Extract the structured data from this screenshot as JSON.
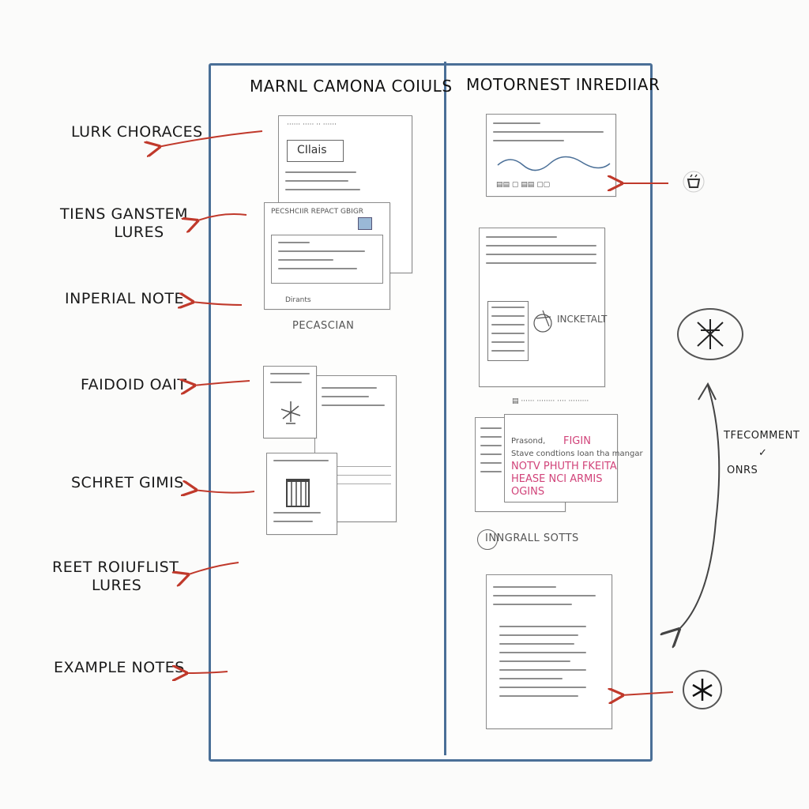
{
  "columns": {
    "left_title": "MARNL CAMONA COIULS",
    "right_title": "MOTORNEST INREDIIAR"
  },
  "left_labels": [
    {
      "lines": [
        "LURK CHORACES"
      ]
    },
    {
      "lines": [
        "TIENS GANSTEM",
        "LURES"
      ]
    },
    {
      "lines": [
        "INPERIAL NOTE"
      ]
    },
    {
      "lines": [
        "FAIDOID OAIT"
      ]
    },
    {
      "lines": [
        "SCHRET GIMIS"
      ]
    },
    {
      "lines": [
        "REET ROIUFLIST",
        "LURES"
      ]
    },
    {
      "lines": [
        "EXAMPLE NOTES"
      ]
    }
  ],
  "left_column": {
    "card1_heading": "CIlais",
    "card2_heading": "PECSHCIIR REPACT GBIGR",
    "card2_footer": "Dirants",
    "caption": "PECASCIAN"
  },
  "right_column": {
    "card_mid_label": "INCKETALT",
    "pink_note": {
      "line1": "FIGIN",
      "line2": "NOTV PHUTH  FKEITA",
      "line3": "HEASE       NCI ARMIS",
      "line4": "OGINS"
    },
    "note_heading1": "Prasond,",
    "note_heading2": "Stave condtions Ioan tha mangar",
    "caption": "INNGRALL SOTTS"
  },
  "right_side": {
    "vertical_label_line1": "TFECOMMENT",
    "vertical_label_line2": "ONRS",
    "icons": [
      "cup-icon",
      "sigil-icon",
      "star-icon"
    ]
  },
  "colors": {
    "board_border": "#4a6f97",
    "arrow": "#c0392b",
    "pink_text": "#d1447a"
  }
}
